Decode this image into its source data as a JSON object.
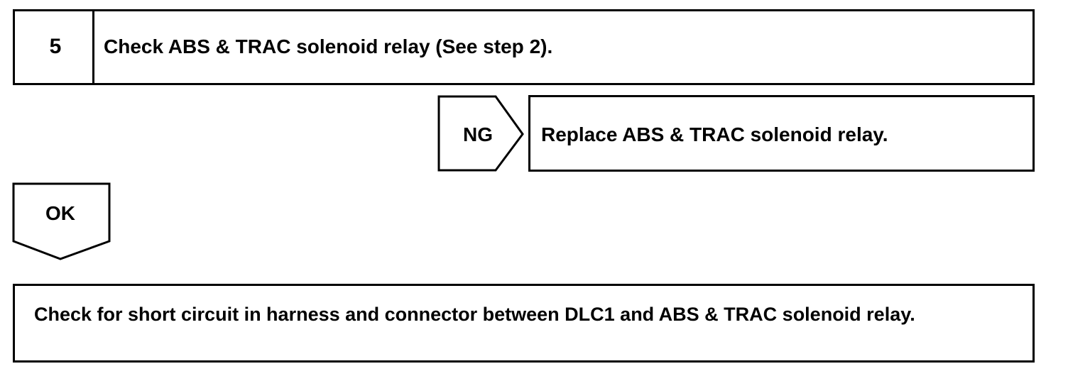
{
  "step": {
    "number": "5",
    "title": "Check ABS & TRAC solenoid relay (See step 2)."
  },
  "ng_branch": {
    "label": "NG",
    "action": "Replace ABS & TRAC solenoid relay."
  },
  "ok_branch": {
    "label": "OK"
  },
  "next_check": {
    "text": "Check for short circuit in harness and connector between DLC1 and ABS & TRAC solenoid relay."
  }
}
